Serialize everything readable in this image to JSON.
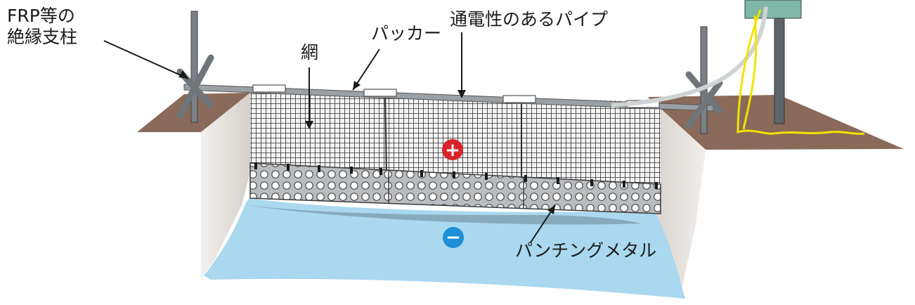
{
  "labels": {
    "frp_line1": "FRP等の",
    "frp_line2": "絶縁支柱",
    "net": "網",
    "packer": "パッカー",
    "pipe": "通電性のあるパイプ",
    "punching_metal": "パンチングメタル"
  },
  "symbols": {
    "positive": "+",
    "negative": "−"
  },
  "colors": {
    "water": "#a9d8ef",
    "water_dark": "#7fbcdd",
    "ground": "#8a6a5a",
    "wall": "#d9d4cf",
    "pipe": "#9aa0a4",
    "net": "#3a3a3a",
    "metal": "#b8bcbf",
    "positive": "#d8232a",
    "negative": "#1d8fd6",
    "wire": "#f2e400"
  }
}
